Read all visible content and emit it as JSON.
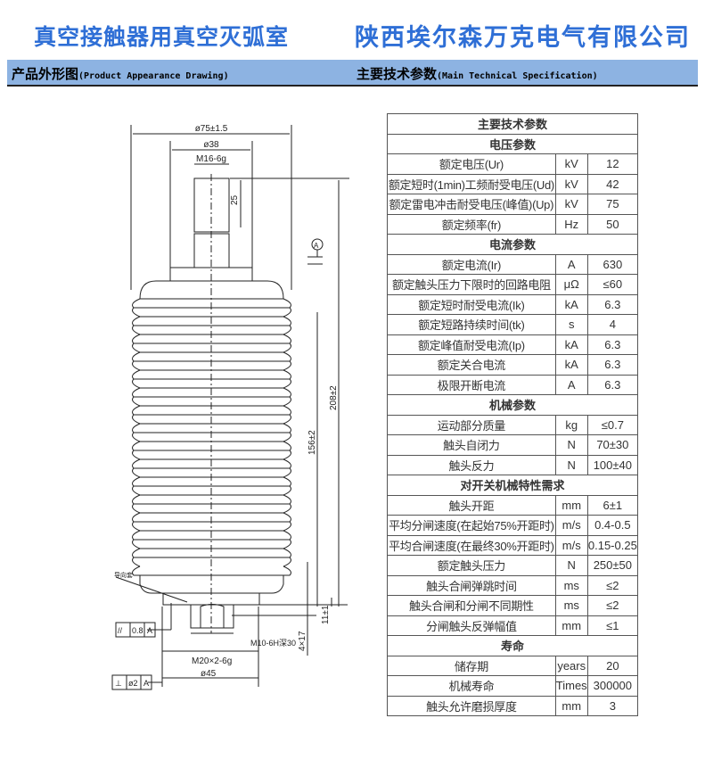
{
  "header": {
    "title": "真空接触器用真空灭弧室",
    "company": "陕西埃尔森万克电气有限公司"
  },
  "band": {
    "left_cn": "产品外形图",
    "left_en": "(Product Appearance Drawing)",
    "right_cn": "主要技术参数",
    "right_en": "(Main Technical Specification)"
  },
  "drawing": {
    "dia_outer": "ø75±1.5",
    "dia_38": "ø38",
    "thread_top": "M16-6g",
    "len_25": "25",
    "len_208": "208±2",
    "len_156": "156±2",
    "len_11": "11±1",
    "len_4x17": "4×17",
    "thread_hole": "M10-6H深30",
    "thread_bottom": "M20×2-6g",
    "dia_45": "ø45",
    "guide_label": "导向套",
    "datum": "A",
    "tol1": [
      "//",
      "0.8",
      "A"
    ],
    "tol2": [
      "⊥",
      "ø2",
      "A"
    ]
  },
  "table": {
    "title": "主要技术参数",
    "sections": [
      {
        "name": "电压参数",
        "rows": [
          [
            "额定电压(Ur)",
            "kV",
            "12"
          ],
          [
            "额定短时(1min)工频耐受电压(Ud)",
            "kV",
            "42"
          ],
          [
            "额定雷电冲击耐受电压(峰值)(Up)",
            "kV",
            "75"
          ],
          [
            "额定频率(fr)",
            "Hz",
            "50"
          ]
        ]
      },
      {
        "name": "电流参数",
        "rows": [
          [
            "额定电流(Ir)",
            "A",
            "630"
          ],
          [
            "额定触头压力下限时的回路电阻",
            "μΩ",
            "≤60"
          ],
          [
            "额定短时耐受电流(Ik)",
            "kA",
            "6.3"
          ],
          [
            "额定短路持续时间(tk)",
            "s",
            "4"
          ],
          [
            "额定峰值耐受电流(Ip)",
            "kA",
            "6.3"
          ],
          [
            "额定关合电流",
            "kA",
            "6.3"
          ],
          [
            "极限开断电流",
            "A",
            "6.3"
          ]
        ]
      },
      {
        "name": "机械参数",
        "rows": [
          [
            "运动部分质量",
            "kg",
            "≤0.7"
          ],
          [
            "触头自闭力",
            "N",
            "70±30"
          ],
          [
            "触头反力",
            "N",
            "100±40"
          ]
        ]
      },
      {
        "name": "对开关机械特性需求",
        "rows": [
          [
            "触头开距",
            "mm",
            "6±1"
          ],
          [
            "平均分闸速度(在起始75%开距时)",
            "m/s",
            "0.4-0.5"
          ],
          [
            "平均合闸速度(在最终30%开距时)",
            "m/s",
            "0.15-0.25"
          ],
          [
            "额定触头压力",
            "N",
            "250±50"
          ],
          [
            "触头合闸弹跳时间",
            "ms",
            "≤2"
          ],
          [
            "触头合闸和分闸不同期性",
            "ms",
            "≤2"
          ],
          [
            "分闸触头反弹幅值",
            "mm",
            "≤1"
          ]
        ]
      },
      {
        "name": "寿命",
        "rows": [
          [
            "储存期",
            "years",
            "20"
          ],
          [
            "机械寿命",
            "Times",
            "300000"
          ],
          [
            "触头允许磨损厚度",
            "mm",
            "3"
          ]
        ]
      }
    ]
  }
}
